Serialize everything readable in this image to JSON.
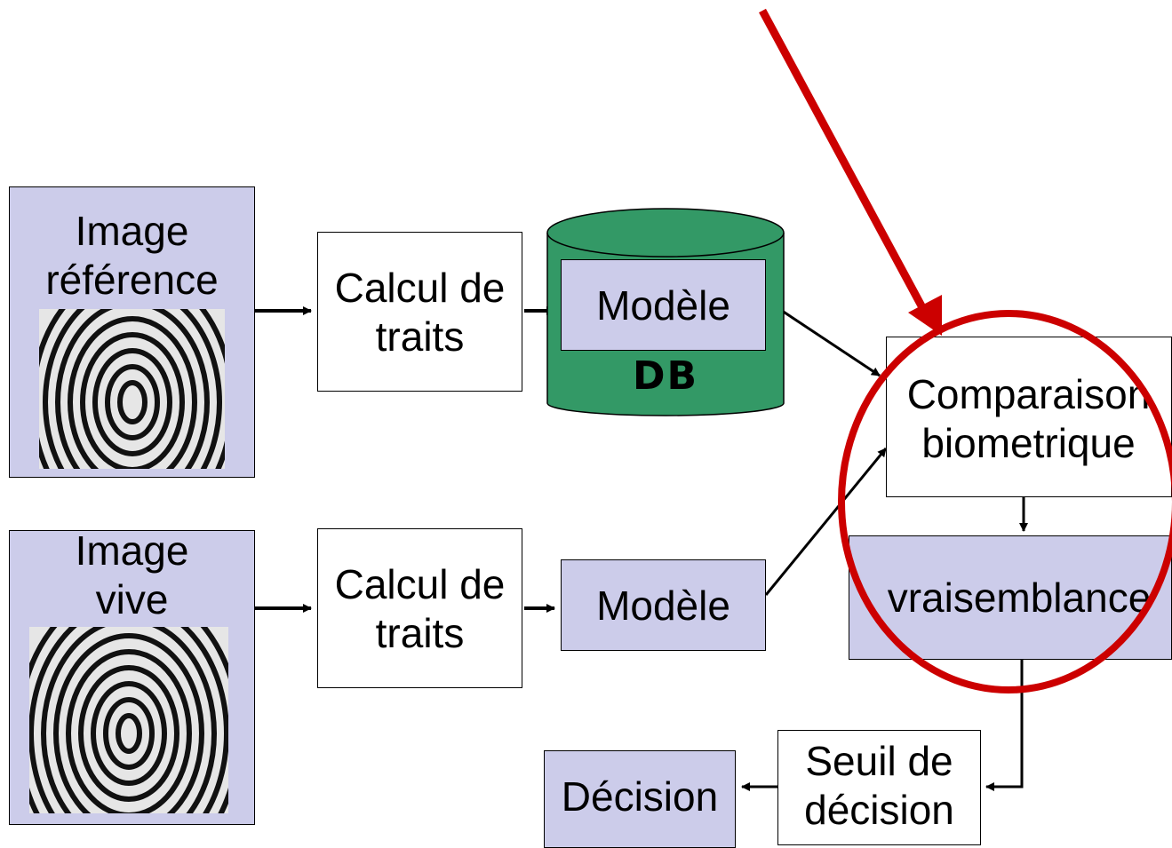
{
  "diagram": {
    "reference_image": {
      "line1": "Image",
      "line2": "référence"
    },
    "live_image": {
      "line1": "Image",
      "line2": "vive"
    },
    "feature_calc_top": {
      "line1": "Calcul de",
      "line2": "traits"
    },
    "feature_calc_bottom": {
      "line1": "Calcul de",
      "line2": "traits"
    },
    "model_db": "Modèle",
    "db_label": "DB",
    "model_live": "Modèle",
    "comparison": {
      "line1": "Comparaison",
      "line2": "biometrique"
    },
    "likelihood": "vraisemblance",
    "threshold": {
      "line1": "Seuil de",
      "line2": "décision"
    },
    "decision": "Décision"
  },
  "colors": {
    "box_fill": "#ccccea",
    "db_green": "#339966",
    "highlight_red": "#cc0000"
  },
  "icons": {
    "fingerprint_reference": "fingerprint-icon",
    "fingerprint_live": "fingerprint-icon",
    "database": "database-cylinder-icon"
  }
}
